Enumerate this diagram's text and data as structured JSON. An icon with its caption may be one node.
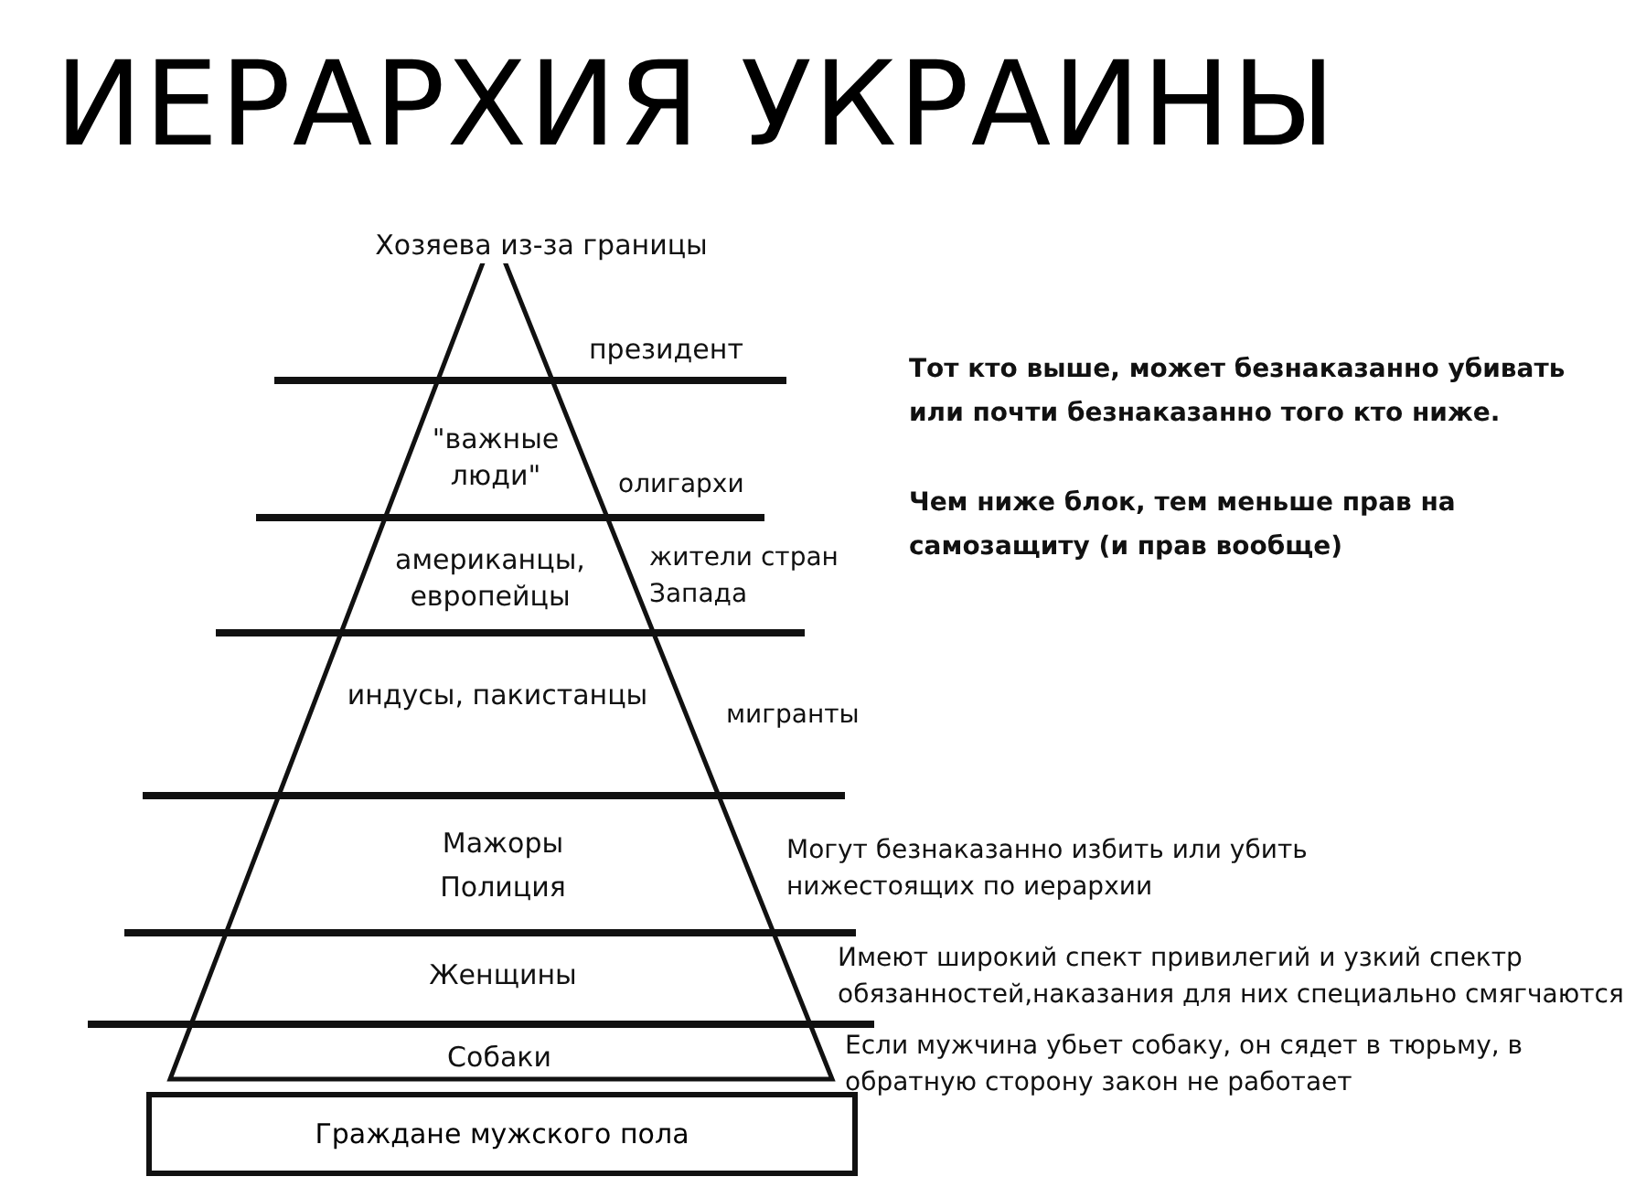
{
  "diagram": {
    "title": "ИЕРАРХИЯ УКРАИНЫ",
    "nodes": [
      {
        "text": [
          "Хозяева из-за границы"
        ]
      },
      {
        "text": [
          "\"важные люди\""
        ],
        "beside": [
          "олигархи"
        ]
      },
      {
        "text": [
          "американцы, европейцы"
        ],
        "beside": [
          "жители стран Запада"
        ]
      },
      {
        "text": [
          "индусы, пакистанцы"
        ],
        "beside": [
          "мигранты"
        ]
      },
      {
        "text": [
          "Мажоры",
          "Полиция"
        ],
        "beside": [
          "Могут безнаказанно избить или убить нижестоящих по иерархии"
        ]
      },
      {
        "text": [
          "Женщины"
        ],
        "beside": [
          "Имеют широкий спект привилегий и узкий спектр обязанностей,наказания для них специально смягчаются"
        ]
      },
      {
        "text": [
          "Собаки"
        ],
        "beside": [
          "Если мужчина убьет собаку, он сядет в тюрьму, в обратную сторону закон не работает"
        ]
      },
      {
        "text": [
          "Граждане мужского пола"
        ]
      }
    ],
    "edges": [],
    "labels": [
      "президент",
      "Тот кто выше, может безнаказанно убивать или почти безнаказанно того кто ниже.",
      "Чем ниже блок, тем меньше прав на самозащиту (и прав вообще)"
    ]
  }
}
